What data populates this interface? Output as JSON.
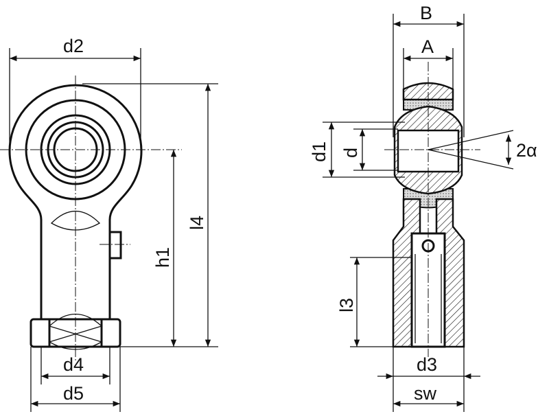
{
  "title": "Rod end with female thread - dimension drawing",
  "labels": {
    "d2": "d2",
    "l4": "l4",
    "h1": "h1",
    "d4": "d4",
    "d5": "d5",
    "B": "B",
    "A": "A",
    "d1": "d1",
    "d": "d",
    "alpha": "2α",
    "l3": "l3",
    "d3": "d3",
    "sw": "sw"
  }
}
